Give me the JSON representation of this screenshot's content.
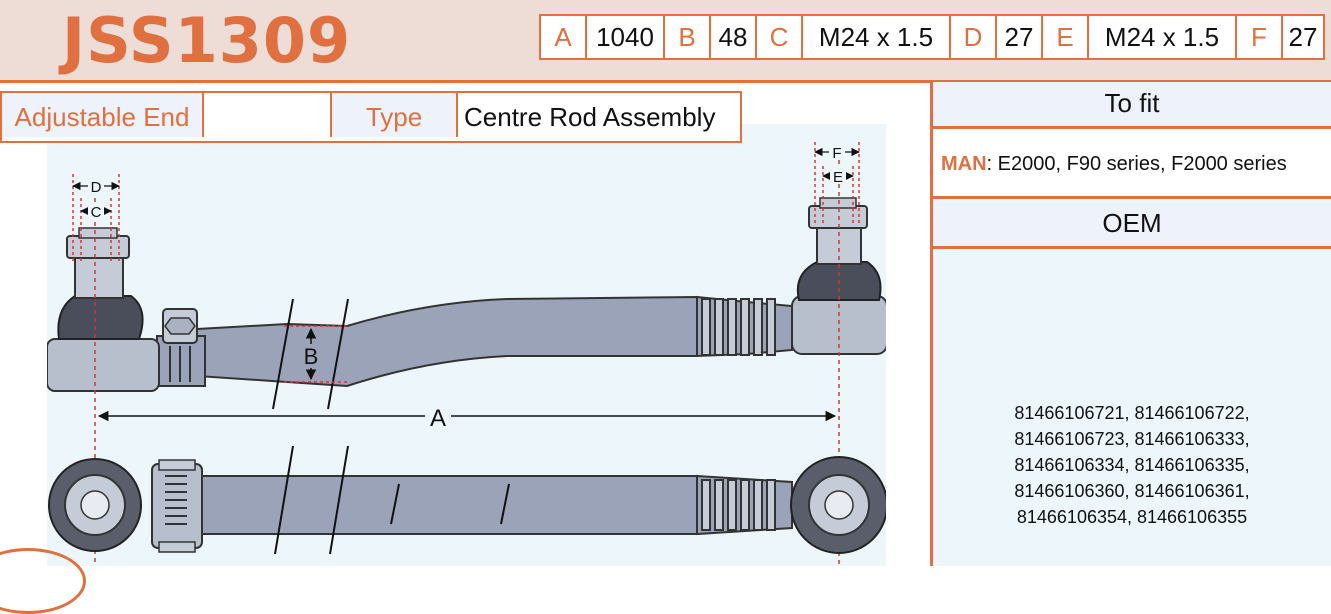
{
  "header": {
    "part_number": "JSS1309",
    "dimensions": [
      {
        "label": "A",
        "value": "1040"
      },
      {
        "label": "B",
        "value": "48"
      },
      {
        "label": "C",
        "value": "M24 x 1.5"
      },
      {
        "label": "D",
        "value": "27"
      },
      {
        "label": "E",
        "value": "M24 x 1.5"
      },
      {
        "label": "F",
        "value": "27"
      }
    ]
  },
  "type_row": {
    "adjustable_end_label": "Adjustable End",
    "adjustable_end_value": "",
    "type_label": "Type",
    "type_value": "Centre Rod Assembly"
  },
  "drawing": {
    "dim_labels": {
      "A": "A",
      "B": "B",
      "C": "C",
      "D": "D",
      "E": "E",
      "F": "F"
    }
  },
  "fit": {
    "heading": "To fit",
    "make": "MAN",
    "separator": ": ",
    "models": "E2000, F90 series, F2000 series"
  },
  "oem": {
    "heading": "OEM",
    "lines": [
      "81466106721, 81466106722,",
      "81466106723, 81466106333,",
      "81466106334, 81466106335,",
      "81466106360, 81466106361,",
      "81466106354, 81466106355"
    ]
  },
  "colors": {
    "accent": "#e0703f",
    "header_bg": "#eedcd6",
    "drawing_bg": "#edf7fb",
    "rod": "#9aa3b8",
    "rubber": "#4a4e5a"
  }
}
